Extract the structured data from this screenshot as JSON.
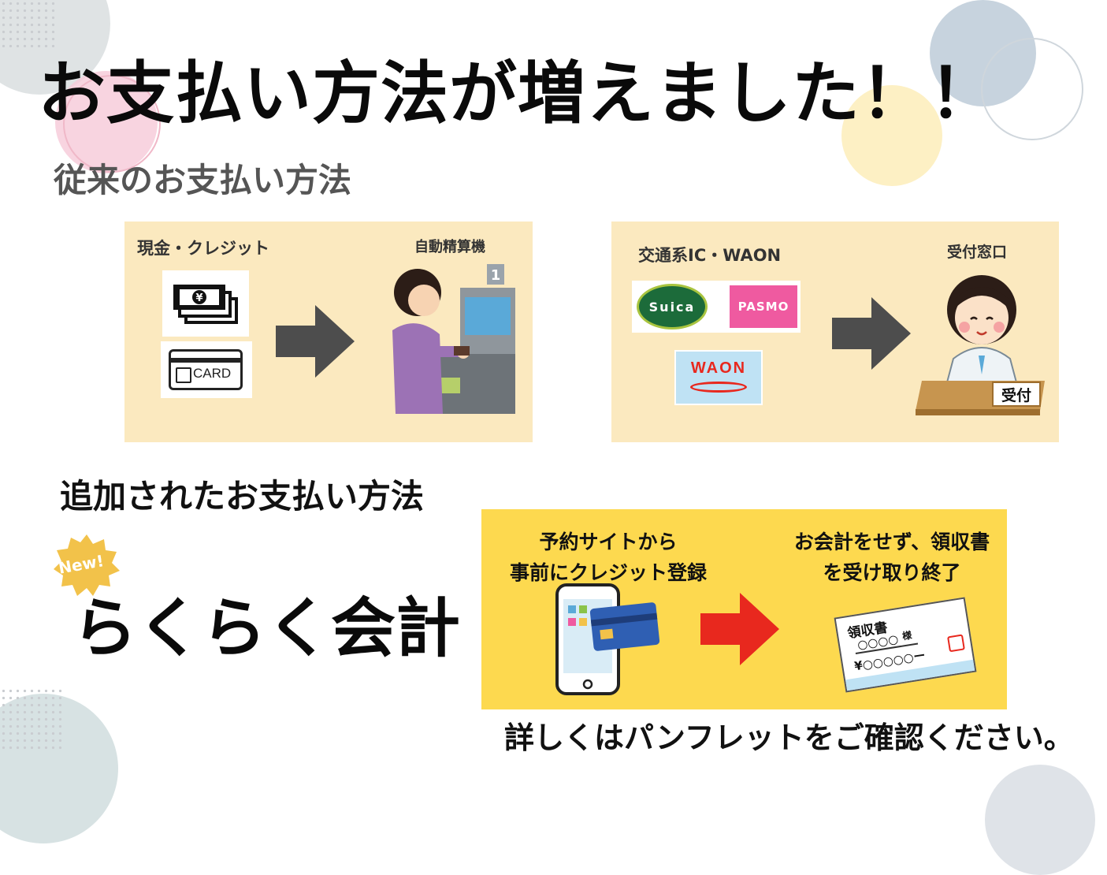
{
  "title": "お支払い方法が増えました！！",
  "conventional": {
    "heading": "従来のお支払い方法",
    "left_panel": {
      "label_left": "現金・クレジット",
      "label_right": "自動精算機",
      "card_text": "CARD",
      "yen_symbol": "¥",
      "machine_number": "1"
    },
    "right_panel": {
      "label_left": "交通系IC・WAON",
      "label_right": "受付窓口",
      "suica_text": "Suica",
      "pasmo_text": "PASMO",
      "waon_text": "WAON",
      "desk_sign": "受付"
    }
  },
  "added": {
    "heading": "追加されたお支払い方法",
    "badge": "New!",
    "feature_name": "らくらく会計",
    "step1": [
      "予約サイトから",
      "事前にクレジット登録"
    ],
    "step2": [
      "お会計をせず、領収書",
      "を受け取り終了"
    ],
    "receipt_title": "領収書",
    "receipt_name": "○○○○",
    "receipt_honorific": "様",
    "receipt_amount": "¥○○○○○ー"
  },
  "footer": "詳しくはパンフレットをご確認ください。",
  "colors": {
    "panel_bg": "#fbe9bf",
    "yellow_bg": "#fdd94f",
    "arrow_gray": "#4d4d4d",
    "arrow_red": "#e8281e",
    "pasmo_pink": "#ef5aa0",
    "waon_blue": "#bfe2f4"
  }
}
